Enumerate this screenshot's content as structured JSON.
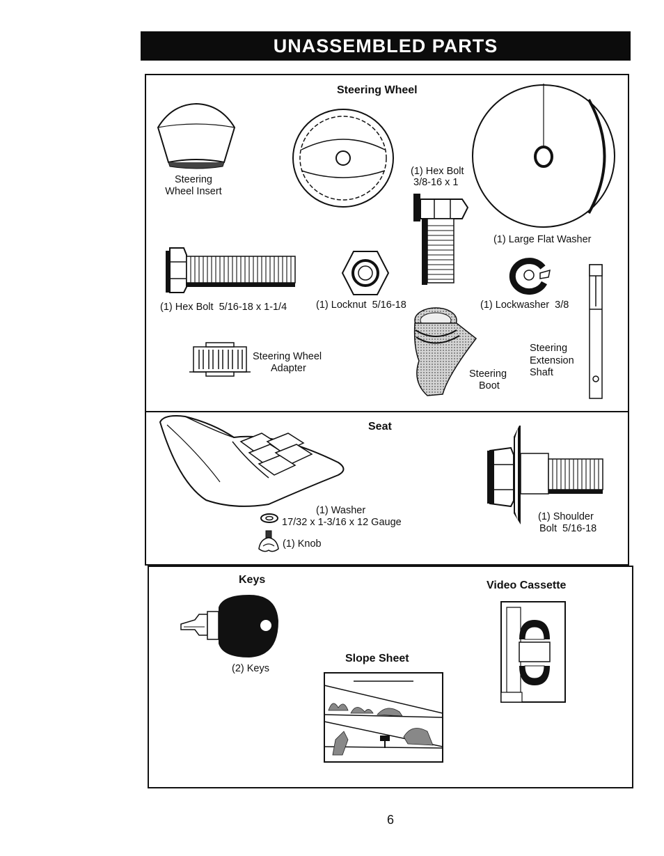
{
  "header": {
    "title": "UNASSEMBLED PARTS"
  },
  "section_steering": {
    "title": "Steering Wheel",
    "insert": "Steering\nWheel Insert",
    "hexbolt_38_l1": "(1) Hex Bolt",
    "hexbolt_38_l2": "3/8-16 x 1",
    "large_flat_washer": "(1) Large Flat Washer",
    "hexbolt_516": "(1) Hex Bolt  5/16-18 x 1-1/4",
    "locknut": "(1) Locknut  5/16-18",
    "lockwasher": "(1) Lockwasher  3/8",
    "adapter_l1": "Steering Wheel",
    "adapter_l2": "Adapter",
    "boot_l1": "Steering",
    "boot_l2": "Boot",
    "shaft_l1": "Steering",
    "shaft_l2": "Extension",
    "shaft_l3": "Shaft"
  },
  "section_seat": {
    "title": "Seat",
    "washer_l1": "(1) Washer",
    "washer_l2": "17/32 x 1-3/16 x 12 Gauge",
    "knob": "(1) Knob",
    "shoulder_l1": "(1) Shoulder",
    "shoulder_l2": "Bolt  5/16-18"
  },
  "section_keys": {
    "keys_title": "Keys",
    "keys_label": "(2) Keys",
    "video_title": "Video Cassette",
    "slope_title": "Slope Sheet"
  },
  "footer": {
    "page_number": "6"
  }
}
